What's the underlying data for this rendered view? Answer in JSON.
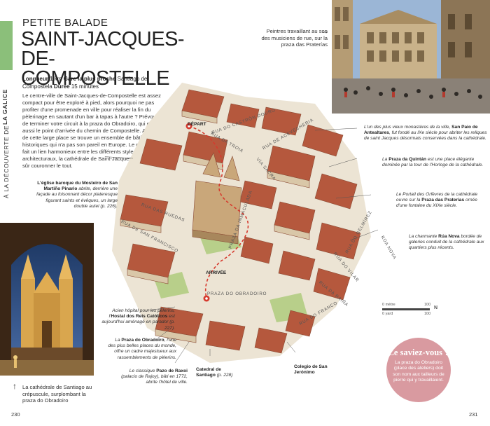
{
  "side": {
    "prefix": "À la découverte de",
    "region": "la Galice"
  },
  "header": {
    "kicker": "PETITE BALADE",
    "title_line1": "SAINT-JACQUES-",
    "title_line2": "DE-COMPOSTELLE"
  },
  "facts": {
    "length_label": "Longueur",
    "length_value": "1 km",
    "station_label": "Gare la plus proche",
    "station_value": "Santiago de Compostela",
    "duration_label": "Durée",
    "duration_value": "15 minutes"
  },
  "intro": "Le centre-ville de Saint-Jacques-de-Compostelle est assez compact pour être exploré à pied, alors pourquoi ne pas profiter d'une promenade en ville pour réaliser la fin du pèlerinage en sautant d'un bar à tapas à l'autre ? Prévoyez de terminer votre circuit à la praza do Obradoiro, qui est aussi le point d'arrivée du chemin de Compostelle. Autour de cette large place se trouve un ensemble de bâtiments historiques qui n'a pas son pareil en Europe. Le granit local fait un lien harmonieux entre les différents styles architecturaux, la cathédrale de Saint-Jacques venant bien sûr couronner le tout.",
  "photo_captions": {
    "left": "La cathédrale de Santiago au crépuscule, surplombant la praza do Obradoiro",
    "right": "Peintres travaillant au son des musiciens de rue, sur la praza das Praterías"
  },
  "map": {
    "start_label": "DÉPART",
    "end_label": "ARRIVÉE",
    "streets": [
      "RUA DO CASTRÓN DOURO",
      "RUA DA TROIA",
      "RUA DE ACEVECHERIA",
      "VÍA SACRA",
      "RUA DE SAN FRANCISCO",
      "RUA DAS RUEDAS",
      "PRAZA DA INMACULADA",
      "PRAZA DO OBRADOIRO",
      "RÚA NOVA",
      "RUA DO VILAR",
      "RUA DO FRANCO",
      "RUA DA RAIÑA",
      "RUA DO GELMÍREZ"
    ],
    "scale": {
      "metres": "0 mètre",
      "metres_end": "100",
      "yards": "0 yard",
      "yards_end": "100",
      "north": "N"
    },
    "captions": {
      "pinario_bold": "L'église baroque du Mosteiro de San Martiño Pinario",
      "pinario_text": "abrite, derrière une façade au foisonnant décor plateresque figurant saints et évêques, un large double autel (p. 226).",
      "paio_pre": "L'un des plus vieux monastères de la ville,",
      "paio_bold": "San Paio de Antealtares",
      "paio_text": ", fut fondé au IXe siècle pour abriter les reliques de saint Jacques désormais conservées dans la cathédrale.",
      "quintan_pre": "La",
      "quintan_bold": "Praza da Quintán",
      "quintan_text": "est une place élégante dominée par la tour de l'Horloge de la cathédrale.",
      "praterias_pre": "Le Portail des Orfèvres de la cathédrale ouvre sur la",
      "praterias_bold": "Praza das Praterías",
      "praterias_text": "ornée d'une fontaine du XIXe siècle.",
      "ruanova_pre": "La charmante",
      "ruanova_bold": "Rúa Nova",
      "ruanova_text": "bordée de galeries conduit de la cathédrale aux quartiers plus récents.",
      "hostal_pre": "Acien hôpital pour les pèlerins, l'",
      "hostal_bold": "Hostal dos Reis Católicos",
      "hostal_text": "est aujourd'hui aménagé en parador (p. 227).",
      "obradoiro_pre": "La",
      "obradoiro_bold": "Praza do Obradoiro",
      "obradoiro_text": ", l'une des plus belles places du monde, offre un cadre majestueux aux rassemblements de pèlerins.",
      "raxoi_pre": "Le classique",
      "raxoi_bold": "Pazo de Raxoi",
      "raxoi_text": "(palacio de Rajoy), bâti en 1772, abrite l'hôtel de ville.",
      "catedral_bold": "Catedral de Santiago",
      "catedral_text": "(p. 228)",
      "colexio_bold": "Colegio de San Jerónimo"
    }
  },
  "saviez": {
    "title": "Le saviez-vous ?",
    "text": "La praza do Obradoiro (place des ateliers) doit son nom aux tailleurs de pierre qui y travaillaient."
  },
  "pages": {
    "left": "230",
    "right": "231"
  },
  "colors": {
    "accent_green": "#8bbf7a",
    "callout_pink": "#d99aa0",
    "route_red": "#d63a2e",
    "roof": "#b5583d",
    "stone": "#d9c7a8"
  }
}
